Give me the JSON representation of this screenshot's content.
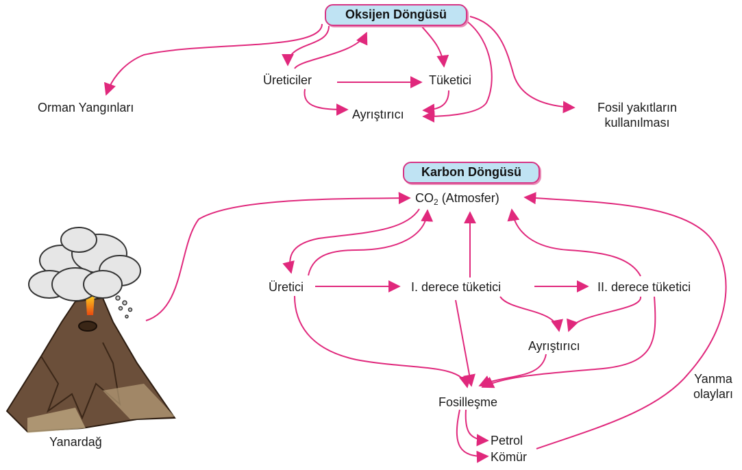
{
  "colors": {
    "arrow": "#e0287c",
    "pill_fill": "#bfe3f3",
    "pill_border": "#d63384"
  },
  "oxygen": {
    "title": "Oksijen Döngüsü",
    "producers": "Üreticiler",
    "consumer": "Tüketici",
    "decomposer": "Ayrıştırıcı",
    "forest_fires": "Orman Yangınları",
    "fossil_fuel_line1": "Fosil yakıtların",
    "fossil_fuel_line2": "kullanılması"
  },
  "carbon": {
    "title": "Karbon Döngüsü",
    "co2_main": "CO",
    "co2_sub": "2",
    "co2_rest": " (Atmosfer)",
    "producer": "Üretici",
    "primary_consumer": "I. derece tüketici",
    "secondary_consumer": "II. derece tüketici",
    "decomposer": "Ayrıştırıcı",
    "fossilization": "Fosilleşme",
    "oil": "Petrol",
    "coal": "Kömür",
    "combustion_line1": "Yanma",
    "combustion_line2": "olayları",
    "volcano": "Yanardağ"
  },
  "icons": {
    "volcano": "volcano-icon"
  }
}
